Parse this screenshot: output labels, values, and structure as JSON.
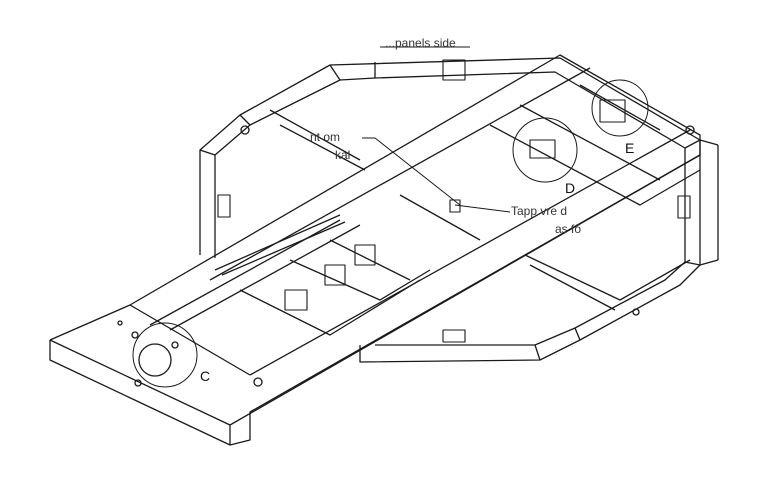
{
  "labels": {
    "top_partial": "...panels side",
    "note_left_1": "nt om",
    "note_left_2": "kal",
    "note_right_1": "Tapp     vre d",
    "note_right_2": "as fö",
    "detail_c": "C",
    "detail_d": "D",
    "detail_e": "E"
  },
  "colors": {
    "line": "#1a1a1a",
    "background": "#ffffff"
  }
}
